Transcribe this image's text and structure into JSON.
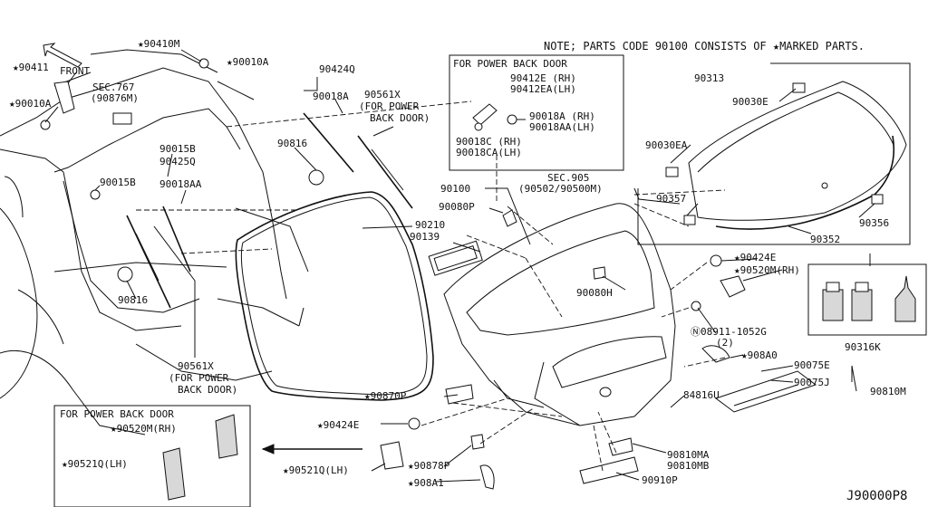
{
  "diagram": {
    "note": "NOTE; PARTS CODE 90100 CONSISTS OF ★MARKED PARTS.",
    "code": "J90000P8"
  },
  "labels": {
    "l01": "★90411",
    "l02": "FRONT",
    "l03": "★90410M",
    "l04": "★90010A",
    "l05": "SEC.767",
    "l06": "(90876M)",
    "l07": "★90010A",
    "l08": "90015B",
    "l09": "90425Q",
    "l10": "90015B",
    "l11": "90018AA",
    "l12": "90816",
    "l13": "90561X",
    "l14": "(FOR POWER",
    "l15": "BACK DOOR)",
    "l16": "90424Q",
    "l17": "90018A",
    "l18": "90561X",
    "l19": "(FOR POWER",
    "l20": "BACK DOOR)",
    "l21": "90816",
    "l22": "FOR POWER BACK DOOR",
    "l23": "90412E (RH)",
    "l24": "90412EA(LH)",
    "l25": "90018A (RH)",
    "l26": "90018AA(LH)",
    "l27": "90018C (RH)",
    "l28": "90018CA(LH)",
    "l29": "SEC.905",
    "l30": "(90502/90500M)",
    "l31": "90100",
    "l32": "90080P",
    "l33": "90210",
    "l34": "90139",
    "l35": "90080H",
    "l36": "90313",
    "l37": "90030E",
    "l38": "90030EA",
    "l39": "90357",
    "l40": "90356",
    "l41": "90352",
    "l42": "★90424E",
    "l43": "★90520M(RH)",
    "l44": "Ⓝ08911-1052G",
    "l45": "(2)",
    "l46": "90316K",
    "l47": "★908A0",
    "l48": "90075E",
    "l49": "90075J",
    "l50": "90810M",
    "l51": "84816U",
    "l52": "★90870P",
    "l53": "★90424E",
    "l54": "★90521Q(LH)",
    "l55": "★90878P",
    "l56": "★908A1",
    "l57": "90810MA",
    "l58": "90810MB",
    "l59": "90910P",
    "l60": "FOR POWER BACK DOOR",
    "l61": "★90520M(RH)",
    "l62": "★90521Q(LH)"
  }
}
